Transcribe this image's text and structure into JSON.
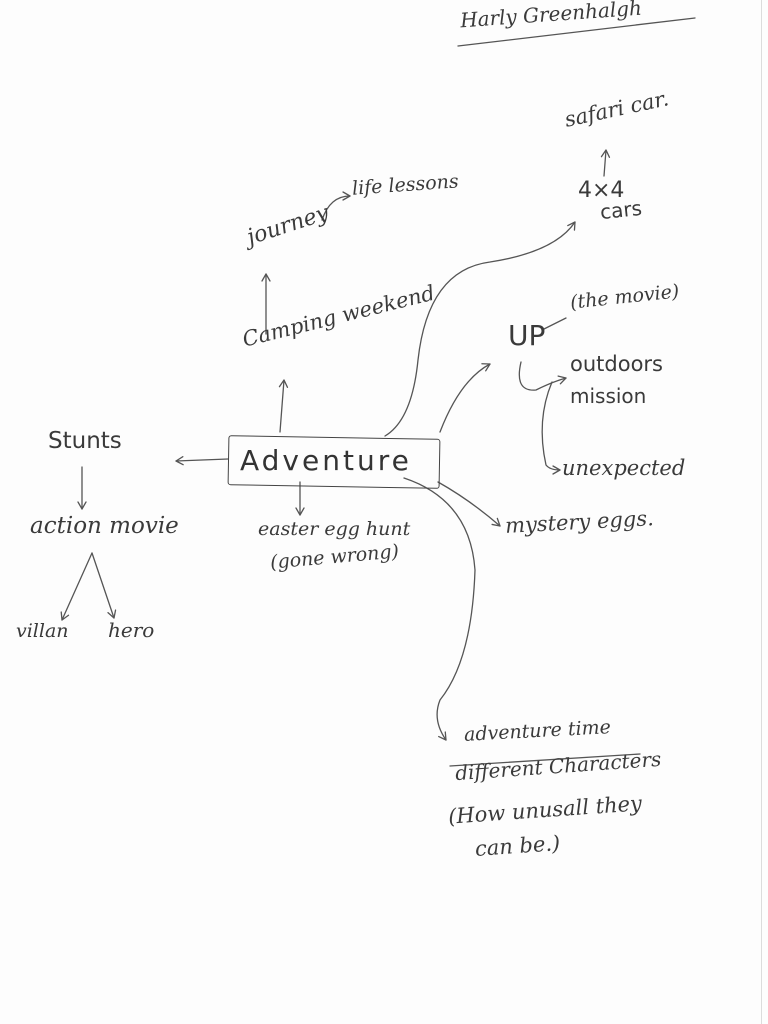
{
  "author": "Harly Greenhalgh",
  "center": "Adventure",
  "nodes": {
    "stunts": "Stunts",
    "action_movie": "action movie",
    "villain": "villan",
    "hero": "hero",
    "camping": "Camping weekend",
    "journey": "journey",
    "life_lessons": "life lessons",
    "easter_line1": "easter egg hunt",
    "easter_line2": "(gone wrong)",
    "cars_line1": "4×4",
    "cars_line2": "cars",
    "safari": "safari car.",
    "up": "UP",
    "up_note": "(the movie)",
    "outdoors_line1": "outdoors",
    "outdoors_line2": "mission",
    "unexpected": "unexpected",
    "mystery": "mystery eggs.",
    "adventure_time": "adventure time",
    "chars_line1": "different Characters",
    "chars_line2": "(How unusall they",
    "chars_line3": "can be.)"
  },
  "colors": {
    "ink": "#3a3a3a",
    "paper": "#fdfdfd"
  }
}
